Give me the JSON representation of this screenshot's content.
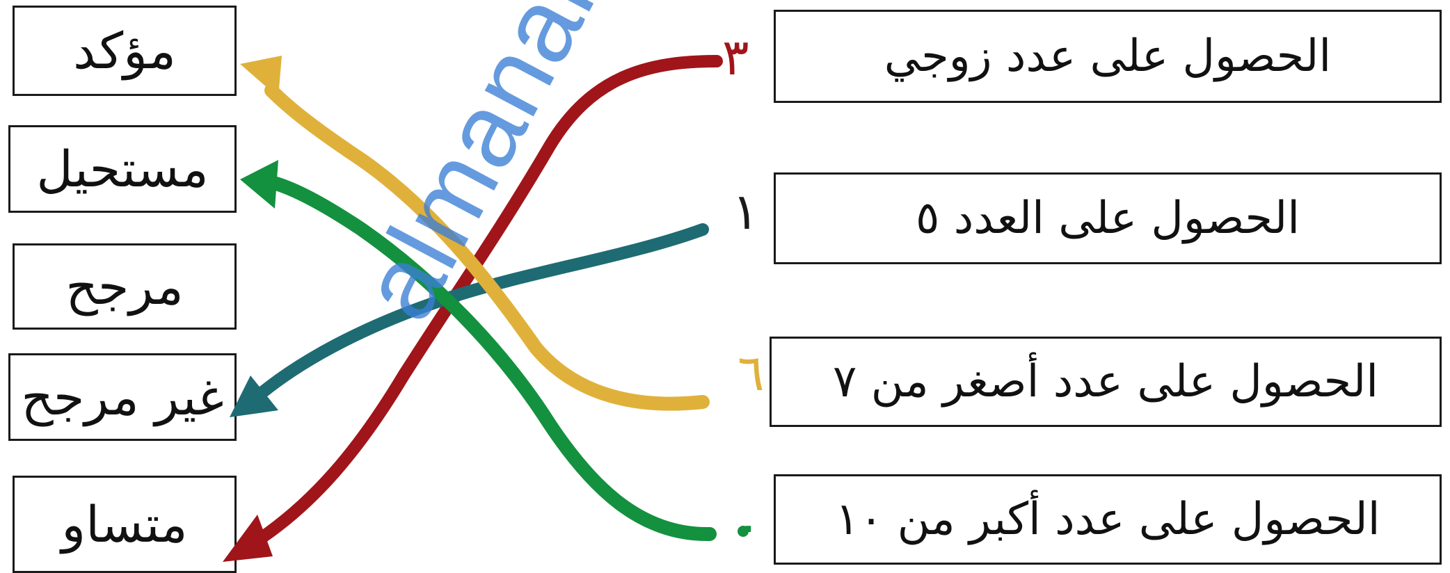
{
  "left_choices": [
    "مؤكد",
    "مستحيل",
    "مرجح",
    "غير مرجح",
    "متساو"
  ],
  "events": [
    "الحصول على عدد زوجي",
    "الحصول على العدد ٥",
    "الحصول على عدد أصغر من ٧",
    "الحصول على عدد أكبر من ١٠"
  ],
  "outcome_counts": [
    "٣",
    "١",
    "٦",
    "٠"
  ],
  "watermark": "almanahj.com",
  "colors": {
    "red": "#a0151a",
    "teal": "#1e6b73",
    "gold": "#e0b13a",
    "green": "#13913f",
    "watermark": "#3b7fd6"
  },
  "matches": [
    {
      "event": "الحصول على عدد زوجي",
      "choice": "متساو"
    },
    {
      "event": "الحصول على العدد ٥",
      "choice": "غير مرجح"
    },
    {
      "event": "الحصول على عدد أصغر من ٧",
      "choice": "مؤكد"
    },
    {
      "event": "الحصول على عدد أكبر من ١٠",
      "choice": "مستحيل"
    }
  ]
}
